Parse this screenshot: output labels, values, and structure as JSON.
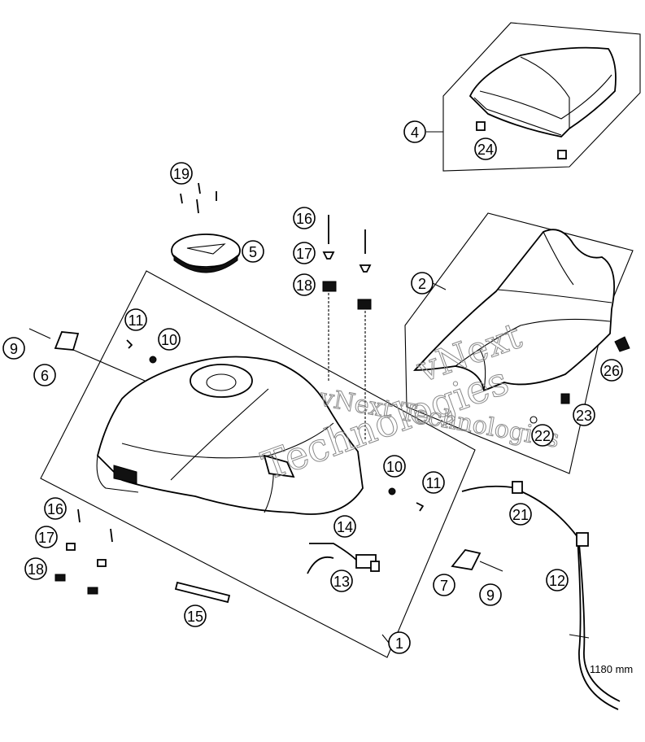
{
  "diagram": {
    "callouts": [
      {
        "id": "c1",
        "label": "1"
      },
      {
        "id": "c2",
        "label": "2"
      },
      {
        "id": "c4",
        "label": "4"
      },
      {
        "id": "c5",
        "label": "5"
      },
      {
        "id": "c6",
        "label": "6"
      },
      {
        "id": "c7",
        "label": "7"
      },
      {
        "id": "c9a",
        "label": "9"
      },
      {
        "id": "c9b",
        "label": "9"
      },
      {
        "id": "c10a",
        "label": "10"
      },
      {
        "id": "c10b",
        "label": "10"
      },
      {
        "id": "c11a",
        "label": "11"
      },
      {
        "id": "c11b",
        "label": "11"
      },
      {
        "id": "c12",
        "label": "12"
      },
      {
        "id": "c13",
        "label": "13"
      },
      {
        "id": "c14",
        "label": "14"
      },
      {
        "id": "c15",
        "label": "15"
      },
      {
        "id": "c16a",
        "label": "16"
      },
      {
        "id": "c16b",
        "label": "16"
      },
      {
        "id": "c17a",
        "label": "17"
      },
      {
        "id": "c17b",
        "label": "17"
      },
      {
        "id": "c18a",
        "label": "18"
      },
      {
        "id": "c18b",
        "label": "18"
      },
      {
        "id": "c19",
        "label": "19"
      },
      {
        "id": "c21",
        "label": "21"
      },
      {
        "id": "c22",
        "label": "22"
      },
      {
        "id": "c23",
        "label": "23"
      },
      {
        "id": "c24",
        "label": "24"
      },
      {
        "id": "c26",
        "label": "26"
      }
    ],
    "hose_length": "1180 mm",
    "watermark_1": "vNext Technologies",
    "watermark_2": "vNext",
    "watermark_3": "Technologies"
  }
}
